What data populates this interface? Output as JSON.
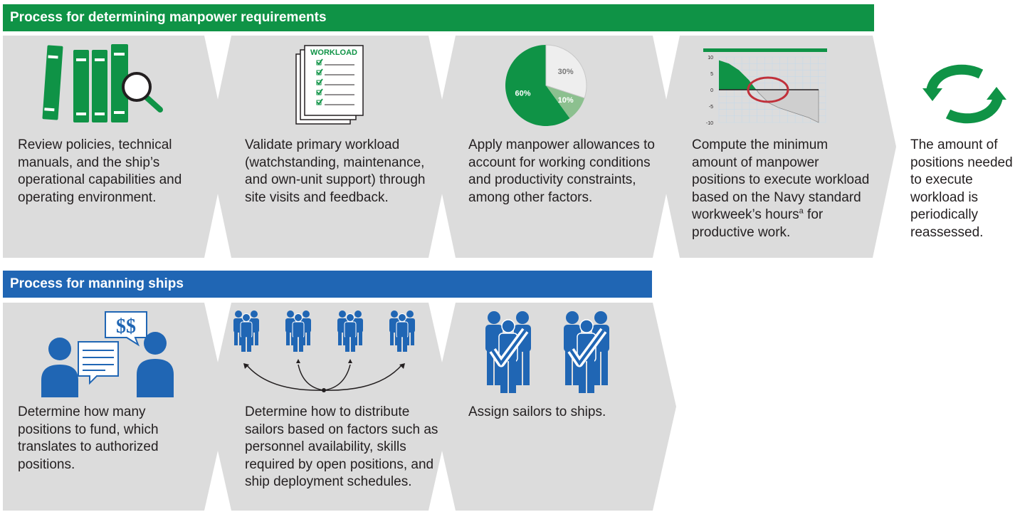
{
  "colors": {
    "green": "#0f9346",
    "blue": "#2066b4",
    "chevron_fill": "#dcdcdc",
    "light_green": "#8cc08f",
    "text": "#231f20"
  },
  "manpower": {
    "title": "Process for determining manpower requirements",
    "steps": [
      {
        "icon": "books-magnifier-icon",
        "text": "Review policies, technical manuals, and the ship’s operational capabilities and operating environment."
      },
      {
        "icon": "workload-checklist-icon",
        "icon_label": "WORKLOAD",
        "text": "Validate primary workload (watchstanding, maintenance, and own-unit support) through site visits and feedback."
      },
      {
        "icon": "pie-chart-icon",
        "text": "Apply manpower allowances to account for working conditions and productivity constraints, among other factors."
      },
      {
        "icon": "area-chart-icon",
        "text_pre": "Compute the minimum amount of manpower positions to execute workload based on the Navy standard workweek’s hours",
        "footnote": "a",
        "text_post": " for productive work."
      }
    ],
    "cycle": {
      "icon": "cycle-arrows-icon",
      "text": "The amount of positions needed to execute workload is periodically reassessed."
    }
  },
  "manning": {
    "title": "Process for manning ships",
    "steps": [
      {
        "icon": "conversation-icon",
        "icon_label": "$$",
        "text": "Determine how many positions to fund, which translates to authorized positions."
      },
      {
        "icon": "sailor-groups-distribution-icon",
        "text": "Determine how to distribute sailors based on factors such as personnel availability, skills required by open positions, and ship deployment schedules."
      },
      {
        "icon": "sailors-checkmark-icon",
        "text": "Assign sailors to ships."
      }
    ]
  },
  "chart_data": [
    {
      "type": "pie",
      "labels": [
        "60%",
        "10%",
        "30%"
      ],
      "values": [
        60,
        10,
        30
      ],
      "colors": [
        "#0f9346",
        "#8cc08f",
        "#eeeeee"
      ]
    },
    {
      "type": "area",
      "y_ticks": [
        "10",
        "5",
        "0",
        "-5",
        "-10"
      ],
      "ylim": [
        -10,
        10
      ],
      "grid": true,
      "x": [
        0,
        1,
        2,
        3,
        4,
        5,
        6,
        7,
        8,
        9,
        10
      ],
      "values": [
        9,
        8,
        6,
        3,
        -1,
        -4,
        -5.5,
        -6.5,
        -7.5,
        -8.5,
        -10
      ]
    }
  ]
}
